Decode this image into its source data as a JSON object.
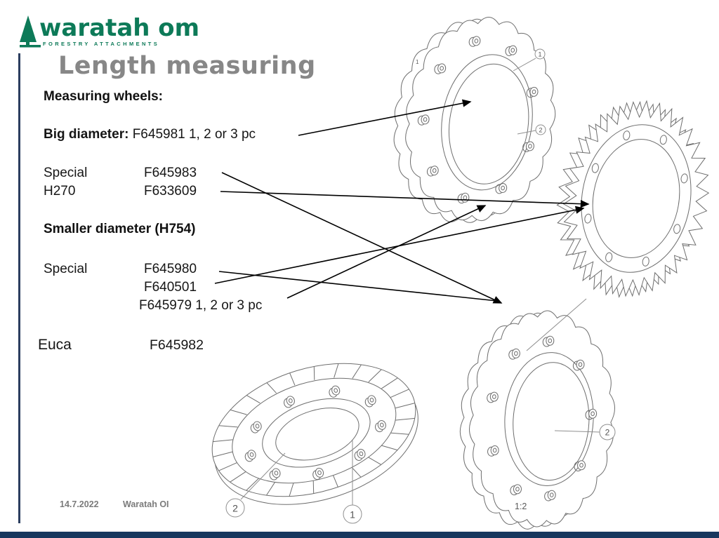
{
  "logo": {
    "brand": "waratah om",
    "tagline": "FORESTRY ATTACHMENTS",
    "tree_icon": "pine-tree-icon"
  },
  "title": "Length measuring",
  "content": {
    "heading": "Measuring wheels:",
    "big_label": "Big diameter:",
    "big_value": "F645981 1, 2 or 3 pc",
    "rows1": [
      {
        "label": "Special",
        "value": "F645983"
      },
      {
        "label": "H270",
        "value": "F633609"
      }
    ],
    "smaller_heading": "Smaller diameter (H754)",
    "rows2": [
      {
        "label": "Special",
        "value": "F645980"
      },
      {
        "label": "",
        "value": "F640501"
      },
      {
        "label": "",
        "value": "F645979 1, 2 or 3 pc"
      }
    ],
    "euca_label": "Euca",
    "euca_value": "F645982"
  },
  "figure": {
    "scale_note": "1:2",
    "tiny_mark": "1",
    "callouts": {
      "top_sprocket_1": "1",
      "top_sprocket_2": "2",
      "chain_sprocket_2": "2",
      "wheel_left_2": "2",
      "wheel_right_1": "1"
    }
  },
  "footer": {
    "date": "14.7.2022",
    "doc": "Waratah OI"
  },
  "colors": {
    "brand_green": "#0d7a58",
    "title_gray": "#878787",
    "accent_navy": "#17375e",
    "drawing_line": "#6e6e6e"
  }
}
